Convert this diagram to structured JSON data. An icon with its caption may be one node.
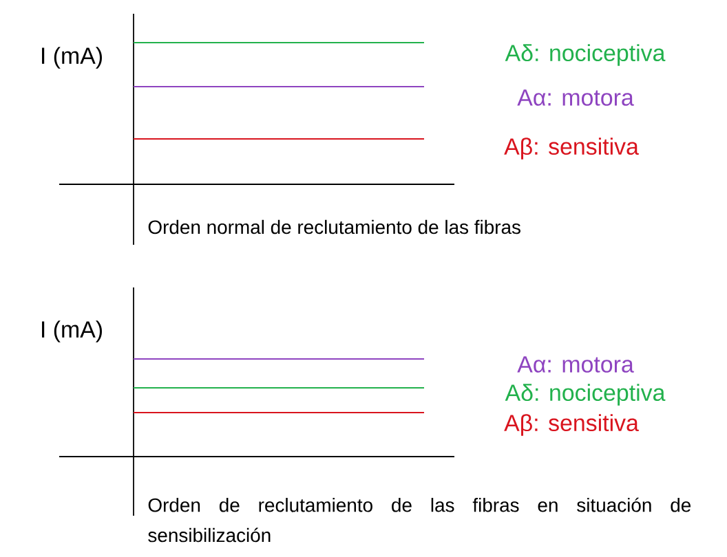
{
  "diagram": {
    "labels": [
      "I (mA)",
      "Aδ: nociceptiva",
      "Aα: motora",
      "Aβ: sensitiva",
      "Orden normal de reclutamiento de las fibras",
      "I (mA)",
      "Aα: motora",
      "Aδ: nociceptiva",
      "Aβ: sensitiva",
      "Orden de reclutamiento de las fibras en situación de sensibilización"
    ]
  }
}
